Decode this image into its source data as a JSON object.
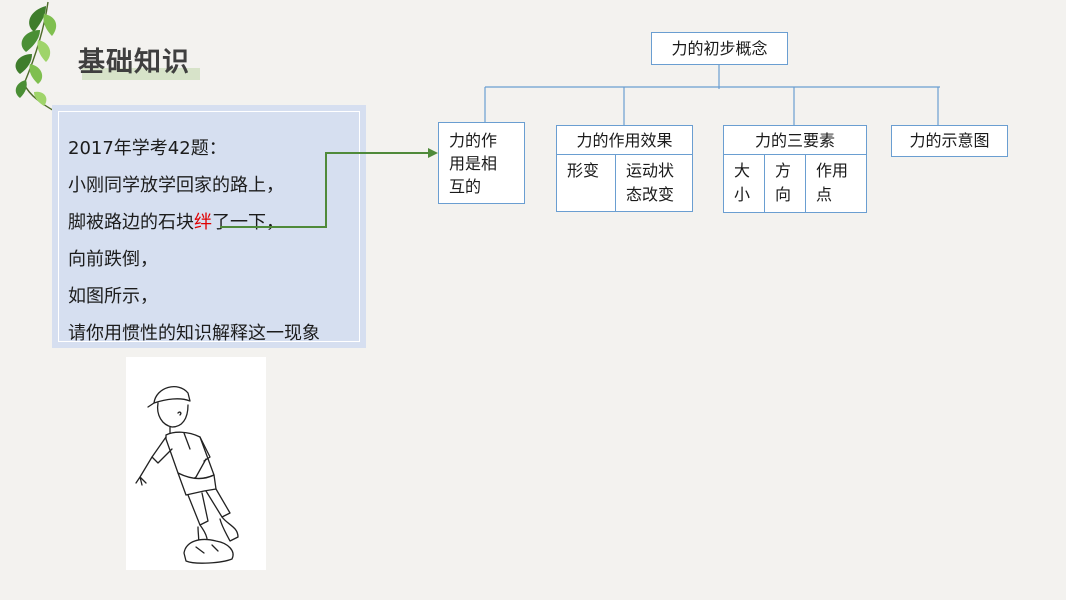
{
  "header": {
    "title": "基础知识",
    "decoration_icon": "leaf-branch-icon"
  },
  "question": {
    "lines": [
      "2017年学考42题：",
      "小刚同学放学回家的路上，",
      "脚被路边的石块",
      "向前跌倒，",
      "如图所示，",
      "请你用惯性的知识解释这一现象"
    ],
    "highlight_word": "绊",
    "line3_suffix": "了一下，",
    "highlight_color": "#e00000"
  },
  "figure": {
    "icon": "boy-tripping-over-stone-illustration"
  },
  "concept_map": {
    "root": "力的初步概念",
    "nodes": [
      {
        "label": "力的作用是相互的",
        "lines": [
          "力的作",
          "用是相",
          "互的"
        ]
      },
      {
        "label": "力的作用效果",
        "cells": [
          [
            "形变"
          ],
          [
            "运动状",
            "态改变"
          ]
        ]
      },
      {
        "label": "力的三要素",
        "cells": [
          [
            "大",
            "小"
          ],
          [
            "方",
            "向"
          ],
          [
            "作用",
            "点"
          ]
        ]
      },
      {
        "label": "力的示意图"
      }
    ],
    "line_color": "#6a9ed1",
    "arrow_color": "#4f8a3a"
  }
}
